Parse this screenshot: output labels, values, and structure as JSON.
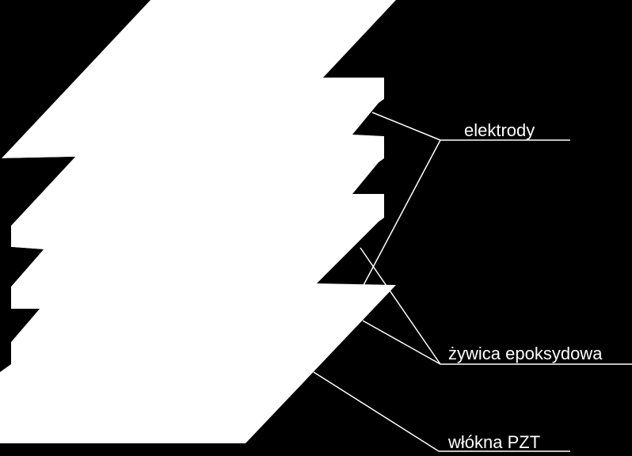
{
  "colors": {
    "background": "#000000",
    "layer_fill": "#ffffff",
    "line": "#ffffff",
    "text": "#ffffff"
  },
  "labels": {
    "electrodes": "elektrody",
    "epoxy": "żywica epoksydowa",
    "pzt_fibers": "włókna PZT"
  }
}
